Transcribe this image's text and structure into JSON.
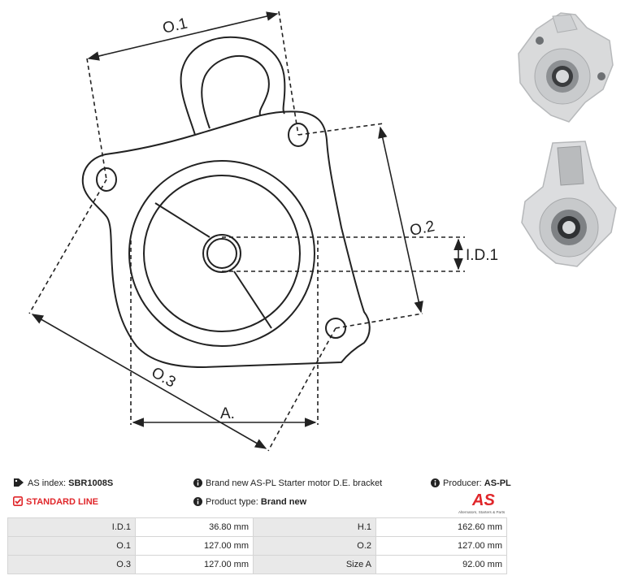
{
  "diagram": {
    "labels": {
      "o1": "O.1",
      "o2": "O.2",
      "o3": "O.3",
      "id1": "I.D.1",
      "a": "A."
    }
  },
  "info": {
    "as_index_label": "AS index:",
    "as_index_value": "SBR1008S",
    "line": "STANDARD LINE",
    "description": "Brand new AS-PL Starter motor D.E. bracket",
    "product_type_label": "Product type:",
    "product_type_value": "Brand new",
    "producer_label": "Producer:",
    "producer_value": "AS-PL",
    "logo_text": "AS",
    "logo_tagline": "Alternators, Starters & Parts"
  },
  "specs": {
    "rows": [
      {
        "label1": "I.D.1",
        "value1": "36.80 mm",
        "label2": "H.1",
        "value2": "162.60 mm"
      },
      {
        "label1": "O.1",
        "value1": "127.00 mm",
        "label2": "O.2",
        "value2": "127.00 mm"
      },
      {
        "label1": "O.3",
        "value1": "127.00 mm",
        "label2": "Size A",
        "value2": "92.00 mm"
      }
    ]
  },
  "colors": {
    "accent": "#e0262a",
    "line": "#222222",
    "table_label_bg": "#e9e9e9"
  },
  "icons": [
    "tag-icon",
    "check-square-icon",
    "info-icon"
  ]
}
